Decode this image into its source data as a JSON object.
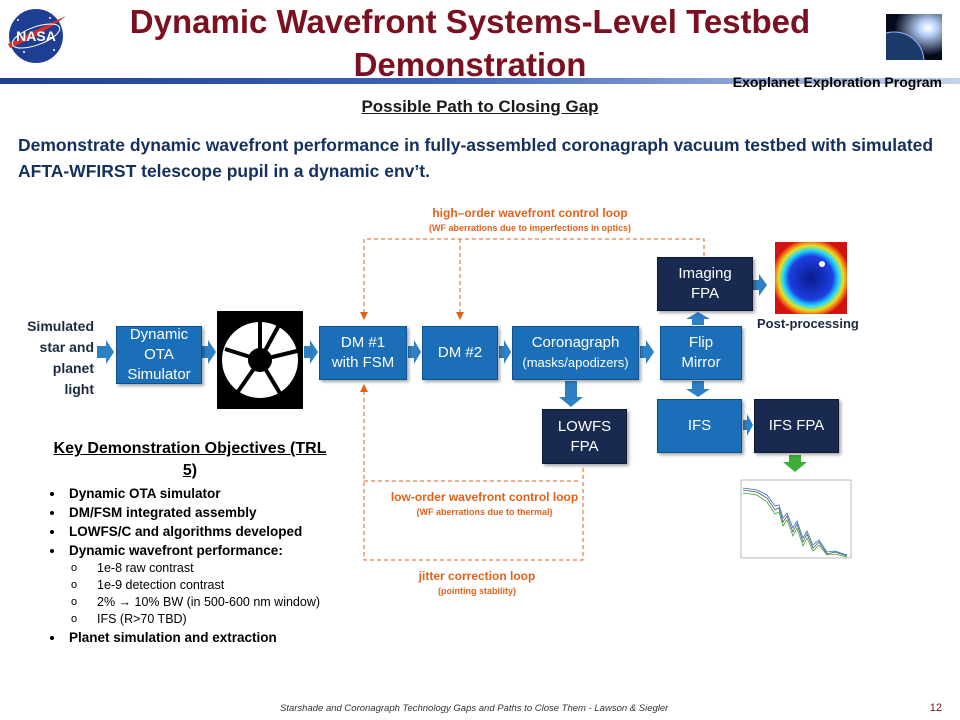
{
  "header": {
    "title_line1": "Dynamic Wavefront Systems-Level Testbed",
    "title_line2": "Demonstration",
    "program": "Exoplanet Exploration Program",
    "logo_text": "NASA"
  },
  "subtitle": "Possible Path to Closing Gap",
  "lead": "Demonstrate dynamic wavefront performance in fully-assembled coronagraph vacuum testbed with simulated AFTA-WFIRST telescope pupil in a dynamic env’t.",
  "diagram": {
    "input_label": [
      "Simulated",
      "star and",
      "planet",
      "light"
    ],
    "boxes": {
      "ota": [
        "Dynamic",
        "OTA",
        "Simulator"
      ],
      "dm1": [
        "DM #1",
        "with FSM"
      ],
      "dm2": "DM #2",
      "coronagraph": "Coronagraph",
      "coronagraph_sub": "(masks/apodizers)",
      "imaging": [
        "Imaging",
        "FPA"
      ],
      "flip": [
        "Flip",
        "Mirror"
      ],
      "lowfs": [
        "LOWFS",
        "FPA"
      ],
      "ifs": "IFS",
      "ifs_fpa": "IFS FPA"
    },
    "post_processing": "Post-processing",
    "loops": {
      "high_title": "high–order wavefront control loop",
      "high_sub": "(WF aberrations due to imperfections in optics)",
      "low_title": "low-order wavefront control loop",
      "low_sub": "(WF aberrations due to thermal)",
      "jitter_title": "jitter correction loop",
      "jitter_sub": "(pointing stability)"
    },
    "colors": {
      "box": "#1b6fb8",
      "dark_box": "#182a50",
      "arrow": "#2f7fc4",
      "loop": "#e2621b"
    }
  },
  "objectives": {
    "title": "Key Demonstration Objectives (TRL 5)",
    "items": [
      "Dynamic OTA simulator",
      "DM/FSM integrated assembly",
      "LOWFS/C and algorithms developed",
      "Dynamic wavefront performance:",
      "Planet simulation and extraction"
    ],
    "subitems": [
      "1e-8 raw contrast",
      "1e-9 detection contrast",
      "2% → 10% BW (in 500-600 nm window)",
      "IFS (R>70 TBD)"
    ]
  },
  "footer": "Starshade and Coronagraph Technology Gaps and Paths to Close Them - Lawson & Siegler",
  "page_number": "12"
}
